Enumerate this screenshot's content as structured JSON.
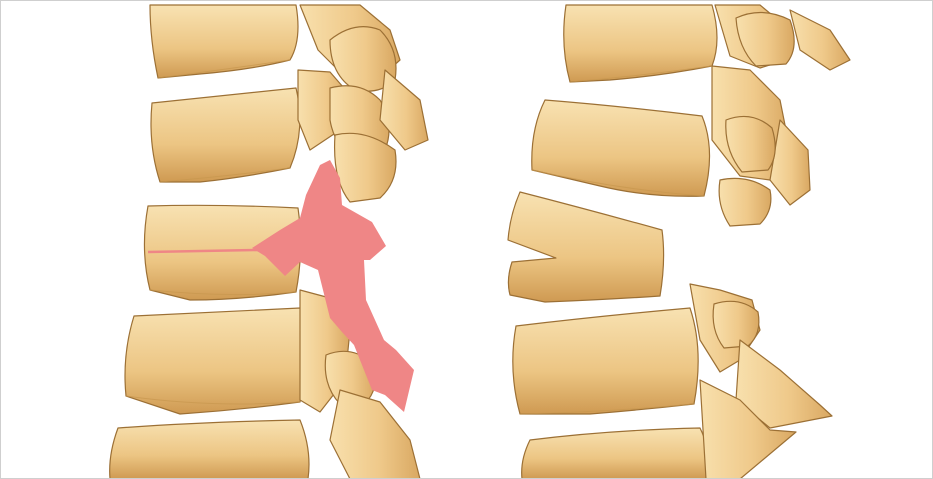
{
  "image": {
    "subject": "lumbar-spine-illustration",
    "panels": [
      "left-spine-with-highlighted-fracture",
      "right-spine-with-wedge-vertebra"
    ],
    "colors": {
      "bone": "#efc98a",
      "bone_light": "#f8e0ad",
      "bone_shadow": "#c8974f",
      "bone_outline": "#9c7035",
      "highlight": "#ef8686",
      "background": "#ffffff",
      "frame": "#cfcfcf"
    }
  }
}
